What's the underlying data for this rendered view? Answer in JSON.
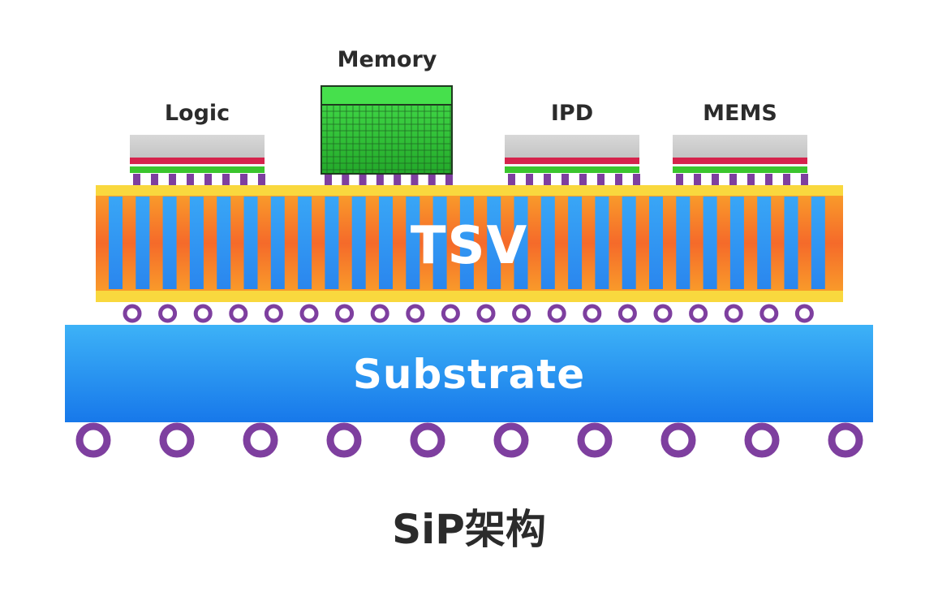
{
  "chips": {
    "logic": "Logic",
    "memory": "Memory",
    "ipd": "IPD",
    "mems": "MEMS"
  },
  "interposer": {
    "label": "TSV"
  },
  "substrate": {
    "label": "Substrate"
  },
  "caption": "SiP架构",
  "colors": {
    "chip_top": "#cfcfcf",
    "chip_red": "#d5234c",
    "chip_green": "#3bc52e",
    "memory_green": "#2ec030",
    "bump_purple": "#7e3f9f",
    "tsv_orange": "#f36f26",
    "tsv_blue": "#2a8ef0",
    "tsv_yellow": "#f9d83e",
    "substrate_blue": "#1e8ff0"
  }
}
